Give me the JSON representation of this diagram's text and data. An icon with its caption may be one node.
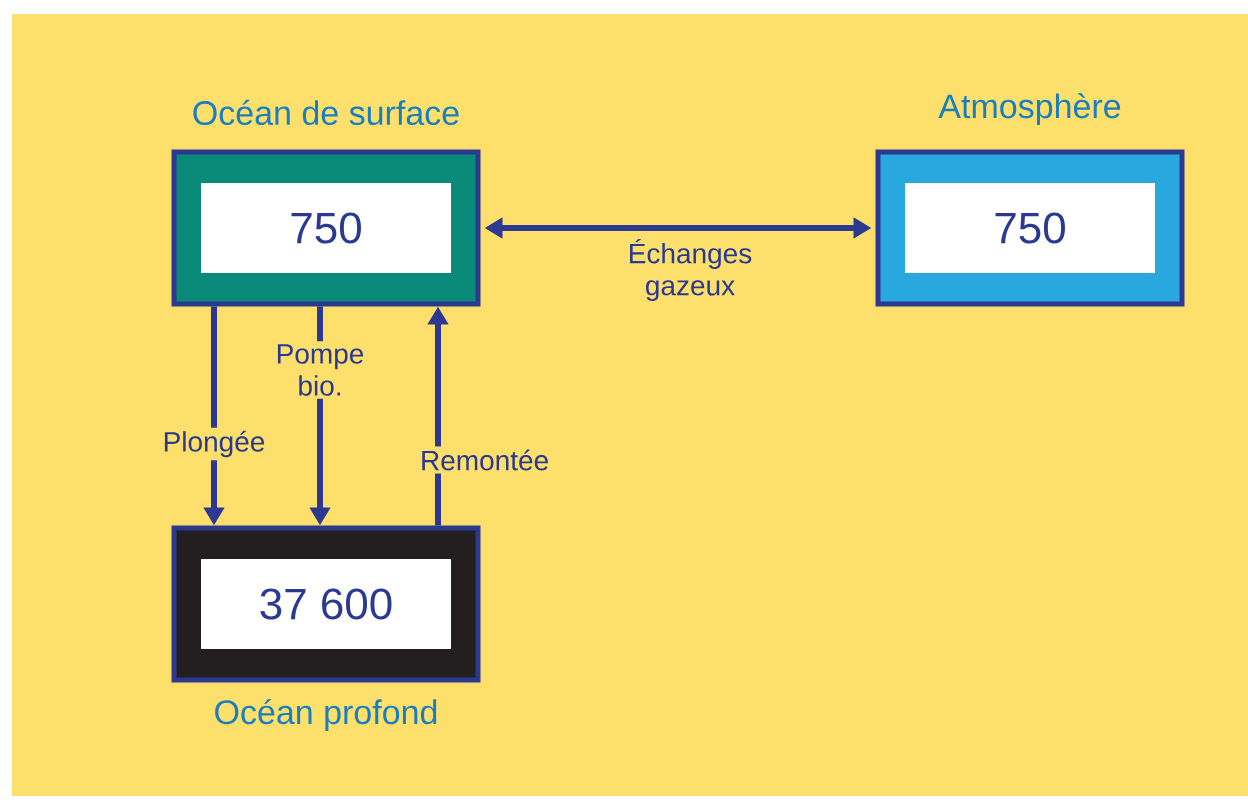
{
  "diagram": {
    "nodes": [
      {
        "text": [
          "Océan de surface",
          "750"
        ]
      },
      {
        "text": [
          "Atmosphère",
          "750"
        ]
      },
      {
        "text": [
          "37 600",
          "Océan profond"
        ]
      }
    ],
    "edges": [
      {
        "from": 0,
        "to": 1,
        "arrow": "both",
        "label": "Échanges gazeux"
      },
      {
        "from": 0,
        "to": 2,
        "arrow": "to",
        "label": "Plongée"
      },
      {
        "from": 0,
        "to": 2,
        "arrow": "to",
        "label": "Pompe bio."
      },
      {
        "from": 2,
        "to": 0,
        "arrow": "to",
        "label": "Remontée"
      }
    ]
  }
}
